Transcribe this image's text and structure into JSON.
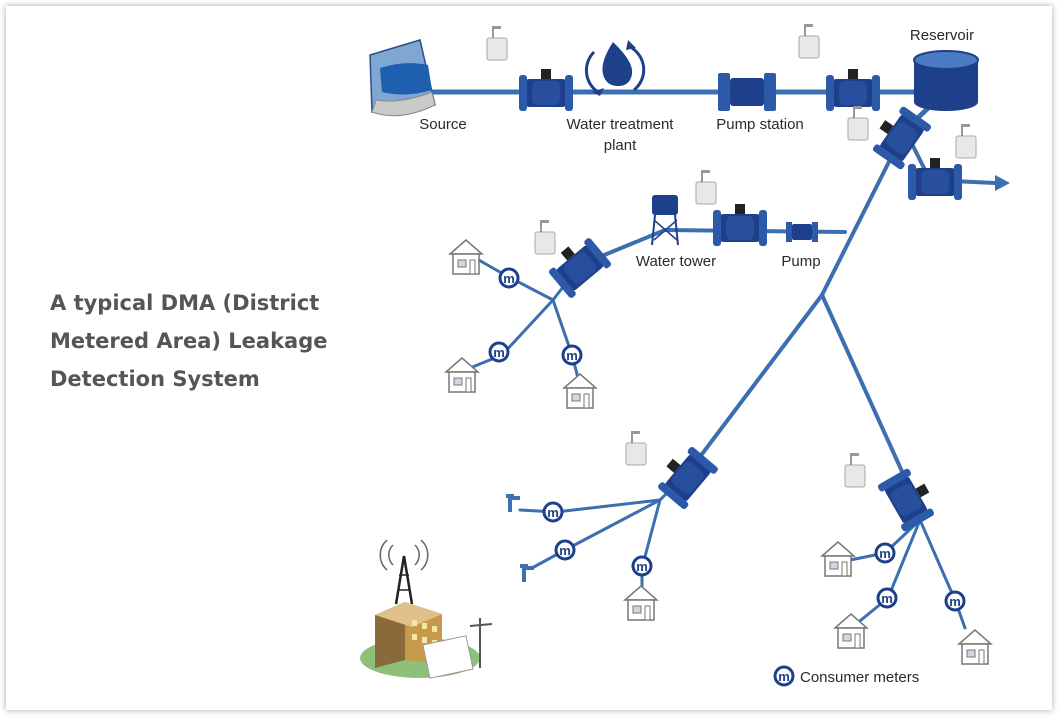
{
  "title_lines": [
    "A typical DMA (District",
    "Metered Area) Leakage",
    "Detection System"
  ],
  "labels": {
    "source": "Source",
    "treatment_1": "Water treatment",
    "treatment_2": "plant",
    "pump_station": "Pump station",
    "reservoir": "Reservoir",
    "water_tower": "Water tower",
    "pump": "Pump"
  },
  "legend": {
    "symbol": "m",
    "text": "Consumer meters"
  },
  "colors": {
    "pipe": "#3b6fb0",
    "meter": "#1e3f8a",
    "title": "#555555"
  },
  "icons": [
    "flow-meter-icon",
    "data-logger-icon",
    "house-icon",
    "consumer-meter-icon",
    "tap-icon",
    "antenna-tower-icon",
    "office-building-icon",
    "reservoir-icon",
    "water-tower-icon",
    "pump-icon",
    "dam-icon",
    "treatment-drop-icon"
  ]
}
